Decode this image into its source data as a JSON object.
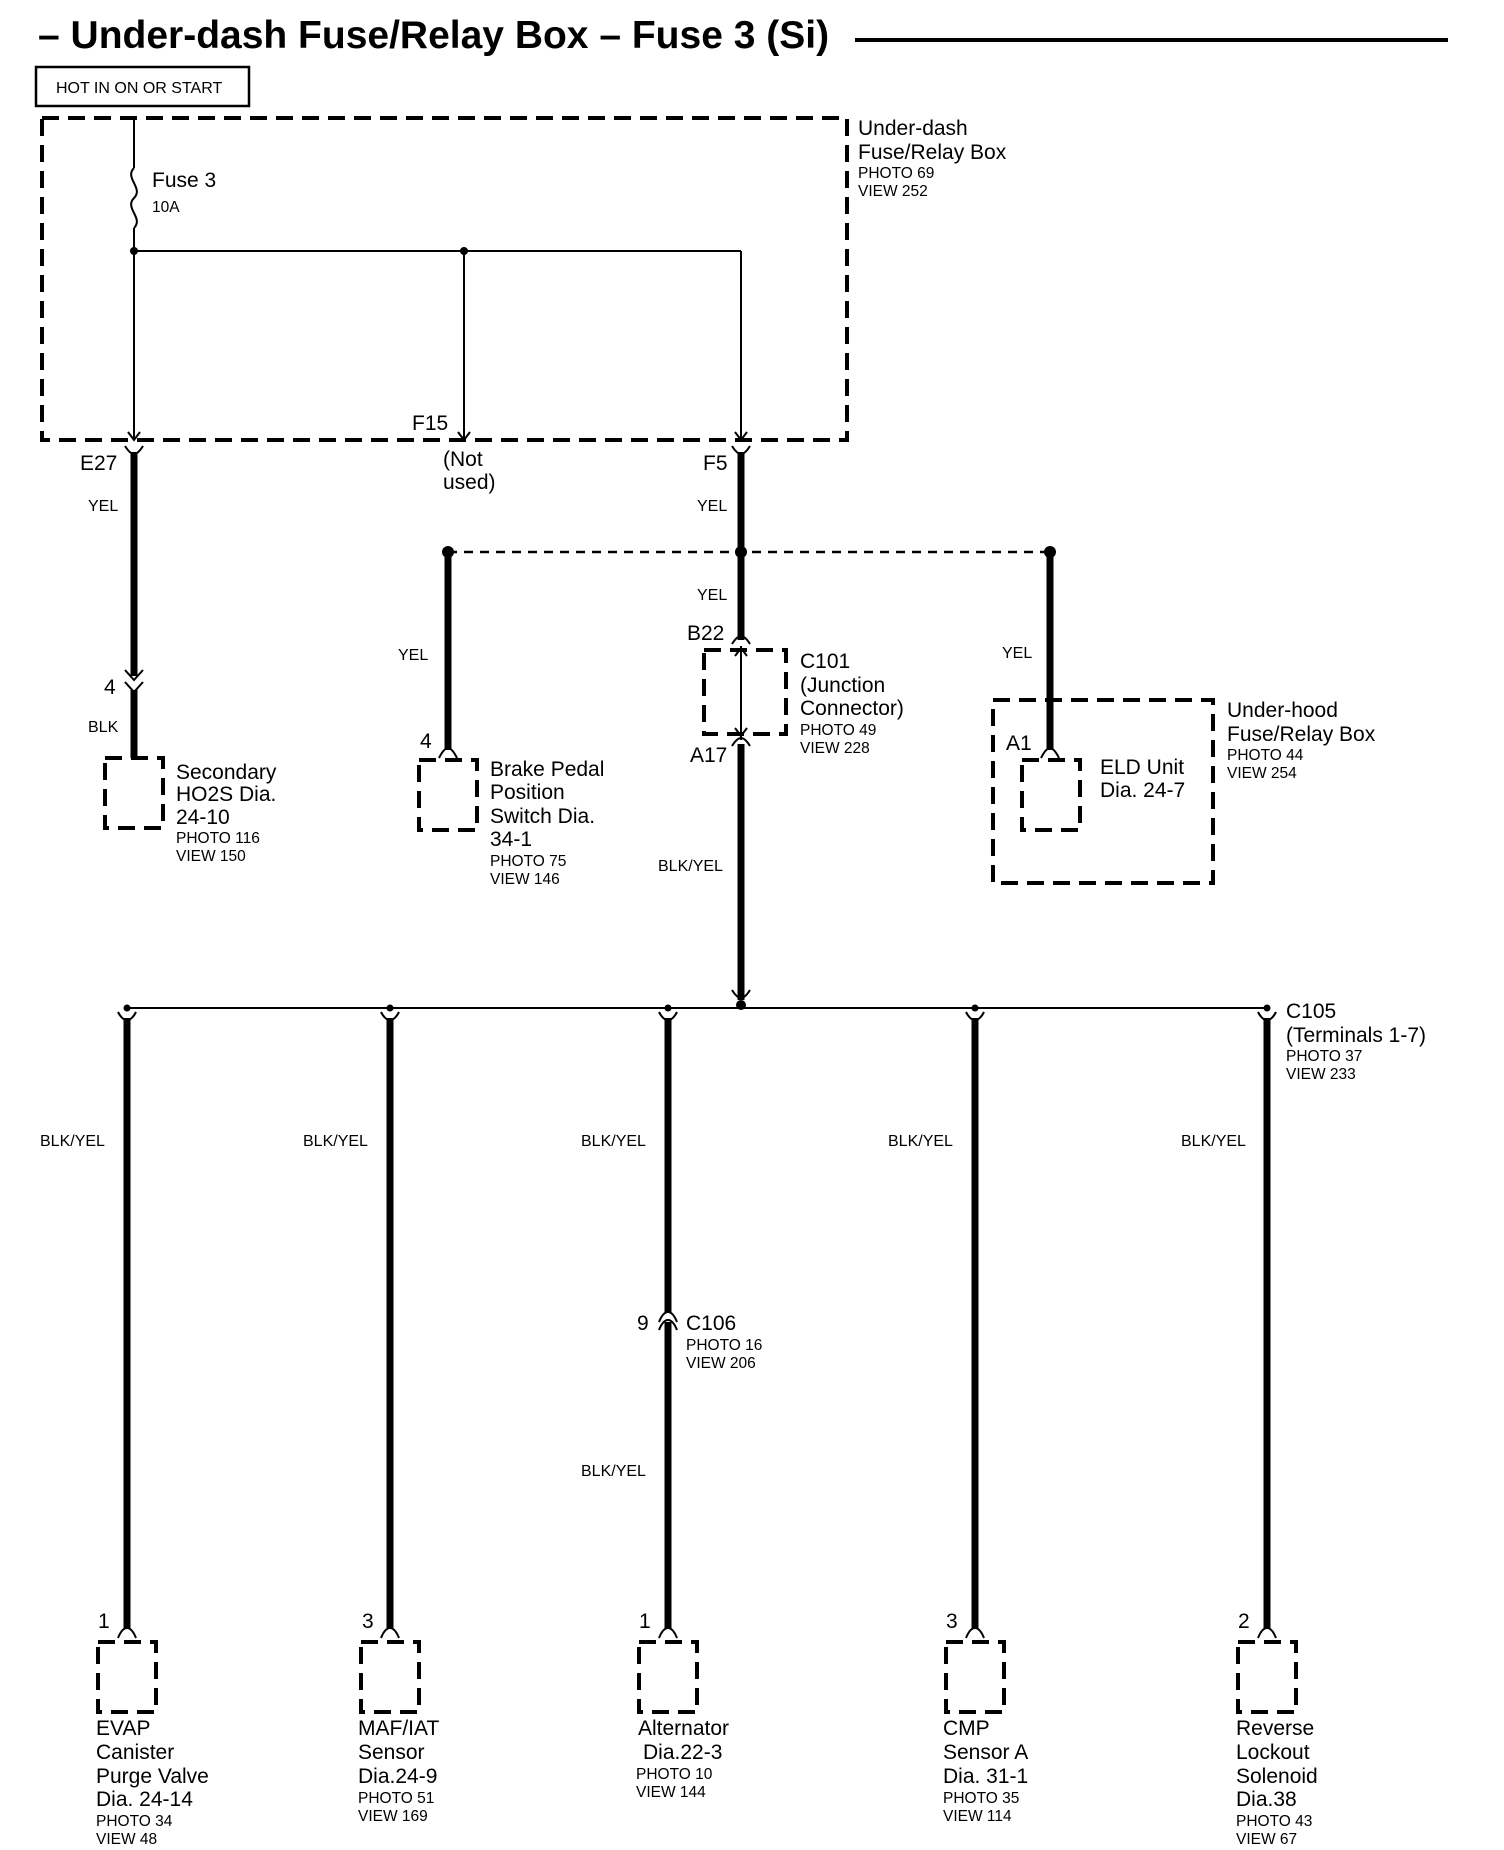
{
  "title": "– Under-dash Fuse/Relay Box – Fuse 3 (Si)",
  "hot_label": "HOT IN ON OR START",
  "underdash_box": {
    "line1": "Under-dash",
    "line2": "Fuse/Relay Box",
    "photo": "PHOTO 69",
    "view": "VIEW 252"
  },
  "fuse": {
    "name": "Fuse 3",
    "rating": "10A"
  },
  "terminals": {
    "e27": "E27",
    "f15": "F15",
    "f15_note1": "(Not",
    "f15_note2": "used)",
    "f5": "F5"
  },
  "wire_colors": {
    "yel": "YEL",
    "blk": "BLK",
    "blkyel": "BLK/YEL"
  },
  "secondary_ho2s": {
    "pin": "4",
    "line1": "Secondary",
    "line2": "HO2S Dia.",
    "line3": "24-10",
    "photo": "PHOTO 116",
    "view": "VIEW 150"
  },
  "brake_switch": {
    "pin": "4",
    "line1": "Brake Pedal",
    "line2": "Position",
    "line3": "Switch Dia.",
    "line4": "34-1",
    "photo": "PHOTO 75",
    "view": "VIEW 146"
  },
  "c101": {
    "top_pin": "B22",
    "bottom_pin": "A17",
    "line1": "C101",
    "line2": "(Junction",
    "line3": "Connector)",
    "photo": "PHOTO 49",
    "view": "VIEW 228"
  },
  "underhood_box": {
    "pin": "A1",
    "unit1": "ELD Unit",
    "unit2": "Dia. 24-7",
    "line1": "Under-hood",
    "line2": "Fuse/Relay Box",
    "photo": "PHOTO 44",
    "view": "VIEW 254"
  },
  "c105": {
    "line1": "C105",
    "line2": "(Terminals 1-7)",
    "photo": "PHOTO 37",
    "view": "VIEW 233"
  },
  "c106": {
    "pin": "9",
    "name": "C106",
    "photo": "PHOTO 16",
    "view": "VIEW 206"
  },
  "evap": {
    "pin": "1",
    "line1": "EVAP",
    "line2": "Canister",
    "line3": "Purge Valve",
    "line4": "Dia. 24-14",
    "photo": "PHOTO 34",
    "view": "VIEW 48"
  },
  "maf": {
    "pin": "3",
    "line1": "MAF/IAT",
    "line2": "Sensor",
    "line3": "Dia.24-9",
    "photo": "PHOTO 51",
    "view": "VIEW 169"
  },
  "alternator": {
    "pin": "1",
    "line1": "Alternator",
    "line2": "Dia.22-3",
    "photo": "PHOTO 10",
    "view": "VIEW 144"
  },
  "cmp": {
    "pin": "3",
    "line1": "CMP",
    "line2": "Sensor A",
    "line3": "Dia. 31-1",
    "photo": "PHOTO 35",
    "view": "VIEW 114"
  },
  "reverse": {
    "pin": "2",
    "line1": "Reverse",
    "line2": "Lockout",
    "line3": "Solenoid",
    "line4": "Dia.38",
    "photo": "PHOTO 43",
    "view": "VIEW 67"
  }
}
